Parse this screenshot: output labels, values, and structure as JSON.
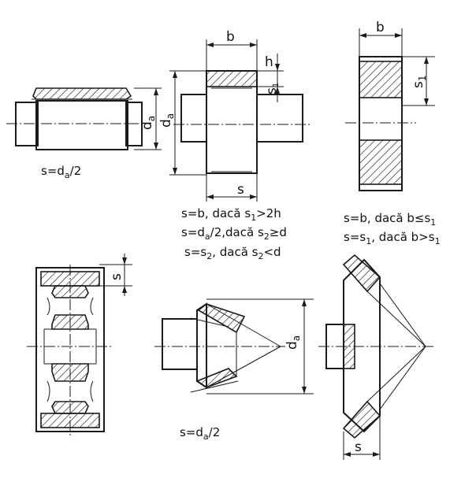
{
  "fig1": {
    "dim_da": "d",
    "dim_da_sub": "a",
    "formula": {
      "main": "s=d",
      "sub": "a",
      "tail": "/2"
    }
  },
  "fig2": {
    "dim_b": "b",
    "dim_h": "h",
    "dim_s1": "s",
    "dim_s1_sub": "1",
    "dim_da": "d",
    "dim_da_sub": "a",
    "dim_s": "s",
    "rules": [
      {
        "a": "s=b, dacă  s",
        "sub": "1",
        "b": ">2h"
      },
      {
        "a": "s=d",
        "sub": "a",
        "b": "/2,dacă  s",
        "sub2": "2",
        "c": "≥d"
      },
      {
        "a": "s=s",
        "sub": "2",
        "b": ", dacă  s",
        "sub2": "2",
        "c": "<d"
      }
    ]
  },
  "fig3": {
    "dim_b": "b",
    "dim_s1": "s",
    "dim_s1_sub": "1",
    "rules": [
      {
        "a": "s=b, dacă  b≤s",
        "sub": "1"
      },
      {
        "a": "s=s",
        "sub": "1",
        "b": ", dacă  b>s",
        "sub2": "1"
      }
    ]
  },
  "fig4": {
    "dim_s": "s"
  },
  "fig5": {
    "dim_da": "d",
    "dim_da_sub": "a",
    "formula": {
      "main": "s=d",
      "sub": "a",
      "tail": "/2"
    }
  },
  "fig6": {
    "dim_s": "s"
  }
}
